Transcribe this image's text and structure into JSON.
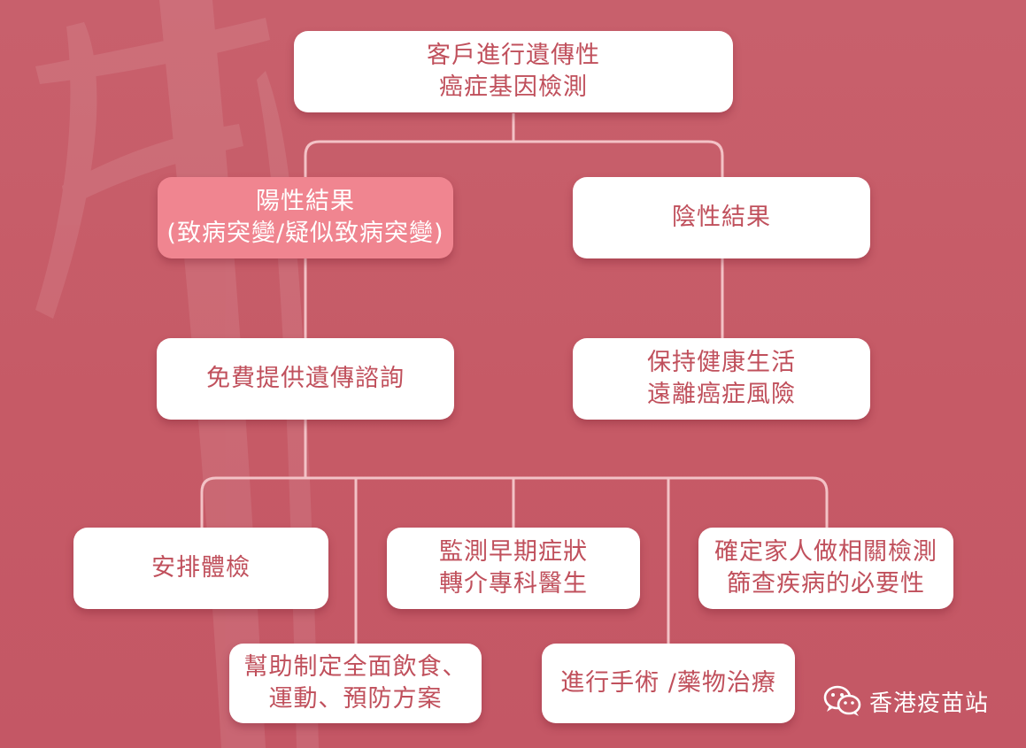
{
  "nodes": {
    "root": [
      "客戶進行遺傳性",
      "癌症基因檢測"
    ],
    "positive": [
      "陽性結果",
      "(致病突變/疑似致病突變)"
    ],
    "negative": [
      "陰性結果"
    ],
    "counseling": [
      "免費提供遺傳諮詢"
    ],
    "healthy": [
      "保持健康生活",
      "遠離癌症風險"
    ],
    "checkup": [
      "安排體檢"
    ],
    "monitor": [
      "監測早期症狀",
      "轉介專科醫生"
    ],
    "family": [
      "確定家人做相關檢測",
      "篩查疾病的必要性"
    ],
    "plan": [
      "幫助制定全面飲食、",
      "運動、預防方案"
    ],
    "treatment": [
      "進行手術 /藥物治療"
    ]
  },
  "watermark": {
    "text": "香港疫苗站",
    "icon": "wechat-icon"
  },
  "colors": {
    "background": "#c65a66",
    "box": "#ffffff",
    "box_text": "#c0505c",
    "accent_box": "#f08590",
    "connector": "#f3c2c6"
  }
}
